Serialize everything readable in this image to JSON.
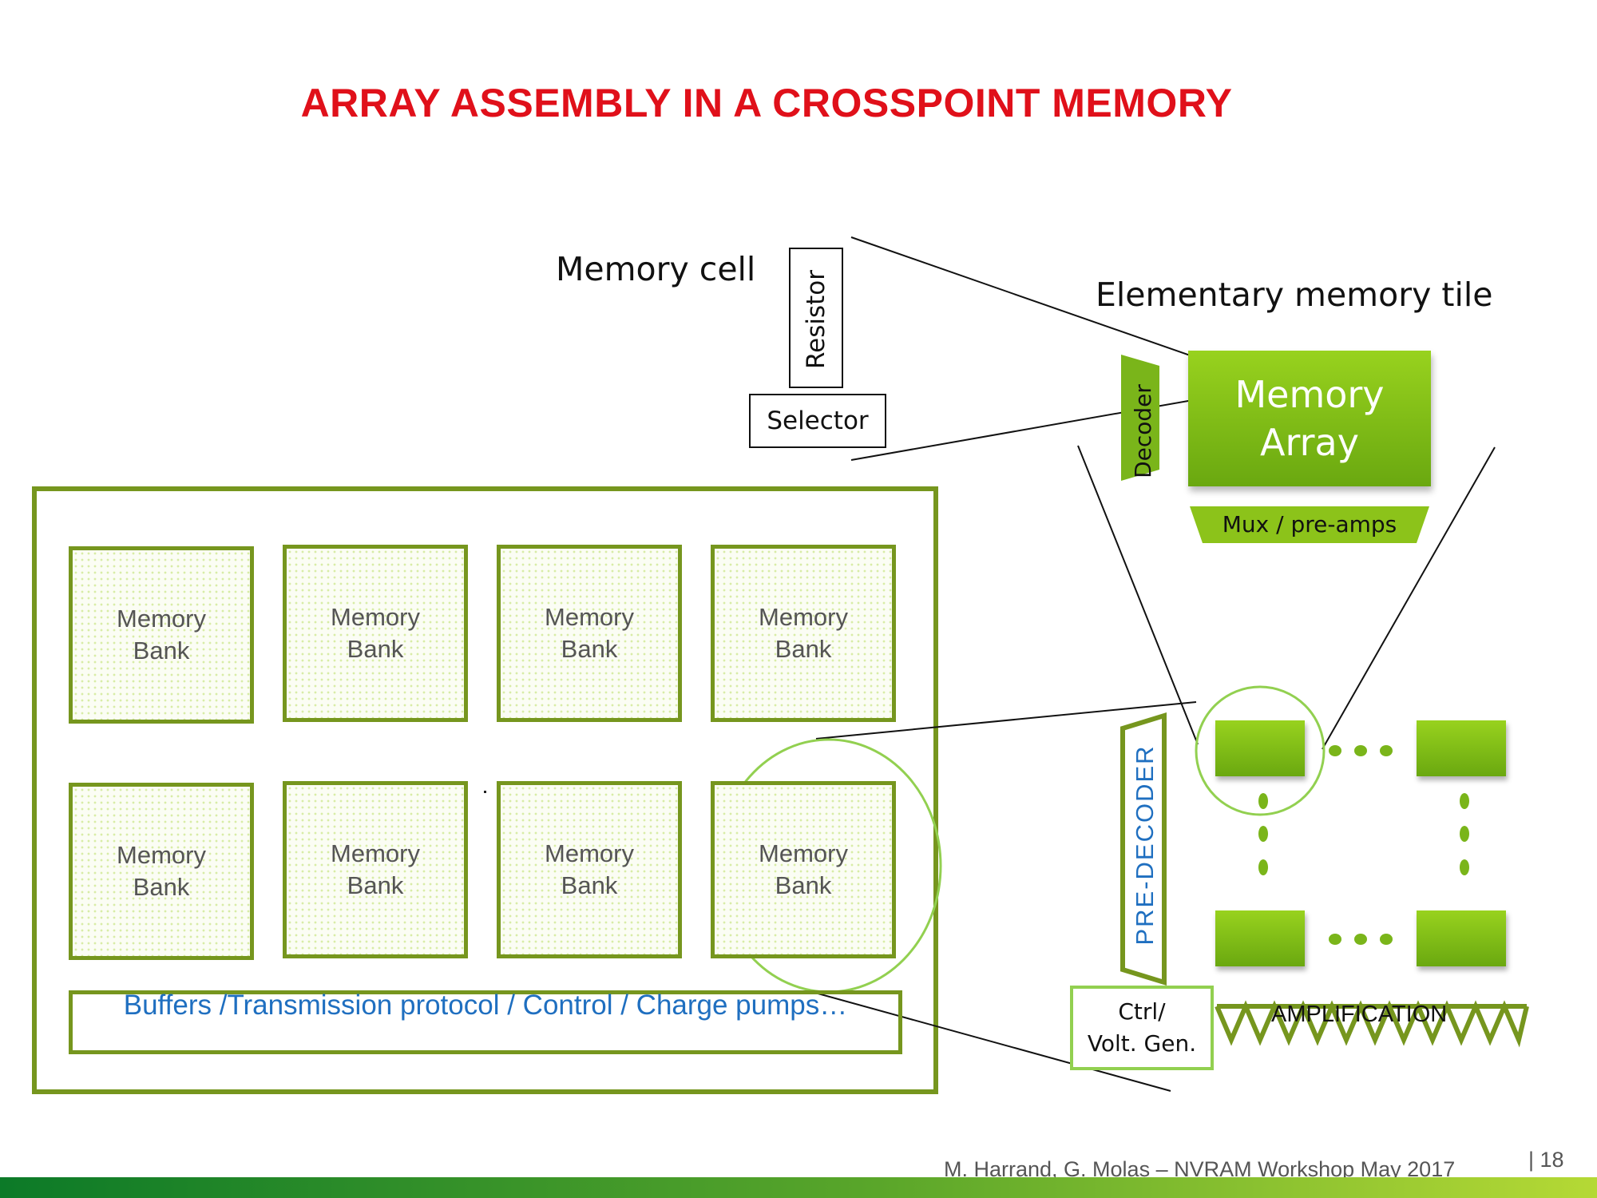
{
  "title": "ARRAY ASSEMBLY IN A CROSSPOINT MEMORY",
  "memory_cell": {
    "label": "Memory cell",
    "resistor": "Resistor",
    "selector": "Selector"
  },
  "tile": {
    "label": "Elementary memory tile",
    "memory_array": "Memory\nArray",
    "decoder": "Decoder",
    "mux": "Mux / pre-amps"
  },
  "banks": [
    {
      "label": "Memory\nBank"
    },
    {
      "label": "Memory\nBank"
    },
    {
      "label": "Memory\nBank"
    },
    {
      "label": "Memory\nBank"
    },
    {
      "label": "Memory\nBank"
    },
    {
      "label": "Memory\nBank"
    },
    {
      "label": "Memory\nBank"
    },
    {
      "label": "Memory\nBank"
    }
  ],
  "buffers": "Buffers /Transmission protocol / Control / Charge pumps…",
  "bank_detail": {
    "predecoder": "PRE-DECODER",
    "ctrl": "Ctrl/\nVolt. Gen.",
    "amplification": "AMPLIFICATION"
  },
  "colors": {
    "title": "#e0101a",
    "green_dark": "#76961e",
    "green_light": "#92d050",
    "blue_text": "#1f6fc0"
  },
  "footer": {
    "text": "M. Harrand, G. Molas – NVRAM Workshop May 2017",
    "page": "| 18"
  }
}
